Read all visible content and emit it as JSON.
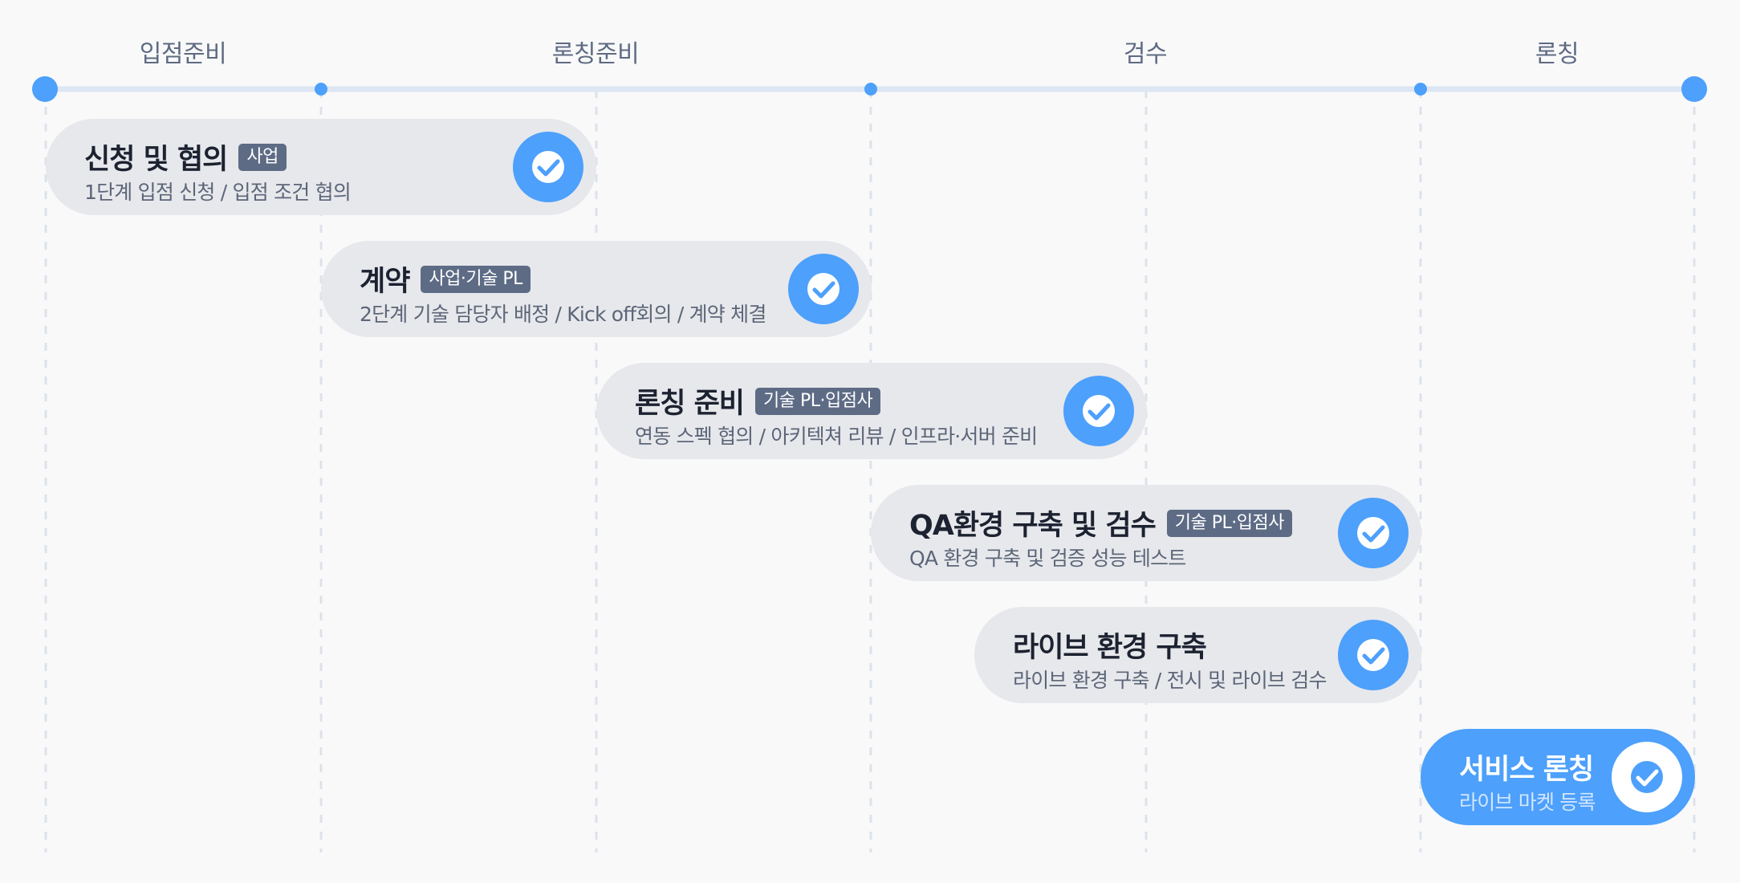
{
  "phases": [
    "입점준비",
    "론칭준비",
    "검수",
    "론칭"
  ],
  "steps": [
    {
      "title": "신청 및 협의",
      "tag": "사업",
      "desc": "1단계 입점 신청 / 입점 조건 협의",
      "completed": true
    },
    {
      "title": "계약",
      "tag": "사업·기술 PL",
      "desc": "2단계 기술 담당자 배정 / Kick off회의 / 계약 체결",
      "completed": true
    },
    {
      "title": "론칭 준비",
      "tag": "기술 PL·입점사",
      "desc": "연동 스펙 협의 / 아키텍쳐 리뷰 / 인프라·서버 준비",
      "completed": true
    },
    {
      "title": "QA환경 구축 및 검수",
      "tag": "기술 PL·입점사",
      "desc": "QA 환경 구축 및 검증 성능 테스트",
      "completed": true
    },
    {
      "title": "라이브 환경 구축",
      "tag": "",
      "desc": "라이브 환경 구축 / 전시 및 라이브 검수",
      "completed": true
    },
    {
      "title": "서비스 론칭",
      "tag": "",
      "desc": "라이브 마켓 등록",
      "completed": true,
      "highlighted": true
    }
  ],
  "colors": {
    "accent": "#4da0fb",
    "pill_bg": "#e7e8ec",
    "tag_bg": "#5d6b85",
    "timeline": "#dde6f3",
    "grid": "#dde2ea"
  },
  "icons": {
    "check": "check-circle-icon"
  }
}
